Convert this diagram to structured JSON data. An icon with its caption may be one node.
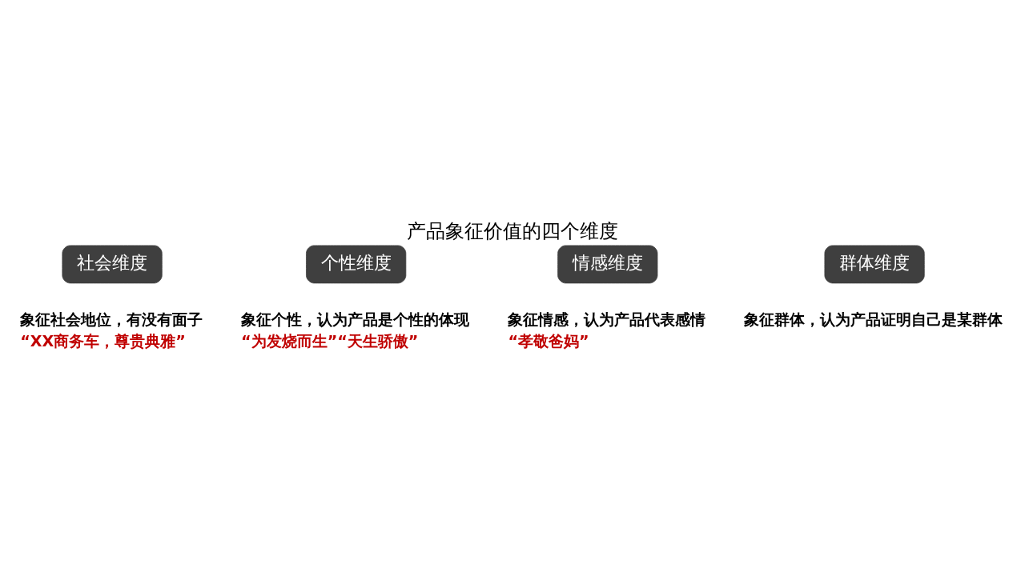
{
  "diagram": {
    "title": "产品象征价值的四个维度",
    "nodes": [
      {
        "text": [
          "社会维度"
        ],
        "beside": [
          "象征社会地位，有没有面子",
          "“XX商务车，尊贵典雅”"
        ]
      },
      {
        "text": [
          "个性维度"
        ],
        "beside": [
          "象征个性，认为产品是个性的体现",
          "“为发烧而生”“天生骄傲”"
        ]
      },
      {
        "text": [
          "情感维度"
        ],
        "beside": [
          "象征情感，认为产品代表感情",
          "“孝敬爸妈”"
        ]
      },
      {
        "text": [
          "群体维度"
        ],
        "beside": [
          "象征群体，认为产品证明自己是某群体"
        ]
      }
    ]
  }
}
